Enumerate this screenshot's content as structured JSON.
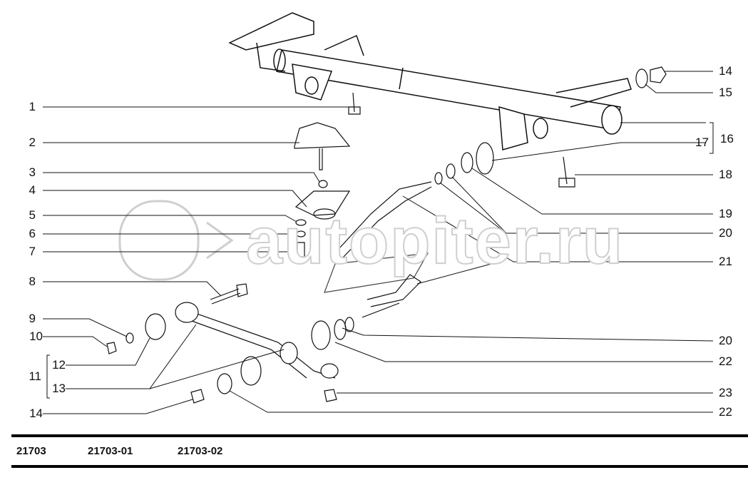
{
  "watermark": "autopiter.ru",
  "callouts_left": [
    "1",
    "2",
    "3",
    "4",
    "5",
    "6",
    "7",
    "8",
    "9",
    "10",
    "11",
    "12",
    "13",
    "14"
  ],
  "callouts_right": [
    "14",
    "15",
    "16",
    "17",
    "18",
    "19",
    "20",
    "21",
    "20",
    "22",
    "23",
    "22"
  ],
  "models": [
    "21703",
    "21703-01",
    "21703-02"
  ]
}
